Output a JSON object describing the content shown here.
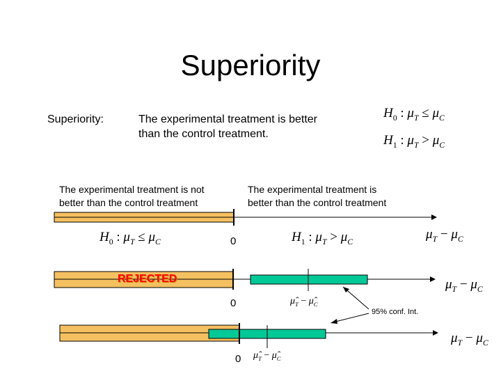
{
  "slide": {
    "title": "Superiority",
    "label": "Superiority:",
    "definition_line1": "The experimental treatment is better",
    "definition_line2": "than the control treatment.",
    "h0": {
      "H": "H",
      "sub": "0",
      "colon": ":",
      "mu": "μ",
      "T": "T",
      "op": "≤",
      "C": "C"
    },
    "h1": {
      "H": "H",
      "sub": "1",
      "colon": ":",
      "mu": "μ",
      "T": "T",
      "op": ">",
      "C": "C"
    },
    "region_left_line1": "The experimental treatment is not",
    "region_left_line2": "better than the control treatment",
    "region_right_line1": "The experimental treatment is",
    "region_right_line2": "better than the control treatment",
    "zero": "0",
    "axis_label": {
      "mu": "μ",
      "T": "T",
      "minus": "−",
      "C": "C"
    },
    "estimate_label": {
      "mu": "μ̂",
      "T": "T",
      "minus": "−",
      "C": "C"
    },
    "rejected": "REJECTED",
    "ci_label": "95% conf. Int.",
    "colors": {
      "bar_fill": "#f5c060",
      "ci_fill": "#00c896",
      "rejected": "#ff0000"
    }
  }
}
